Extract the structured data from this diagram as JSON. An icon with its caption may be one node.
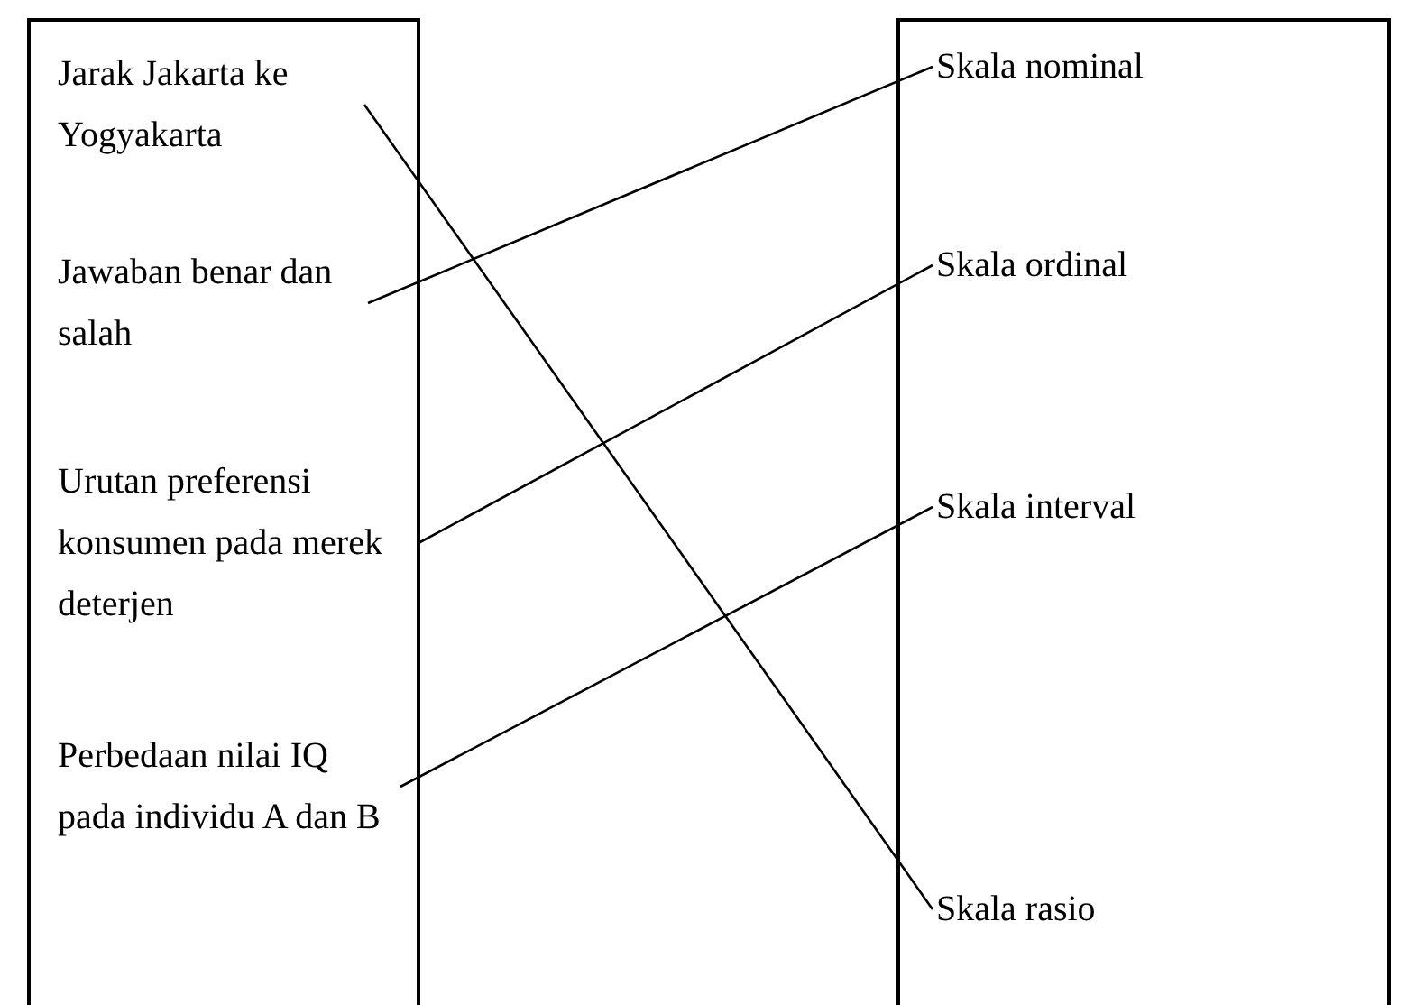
{
  "diagram": {
    "nodes": [
      {
        "text": [],
        "shape": "box"
      },
      {
        "text": [
          "Jarak Jakarta ke Yogyakarta"
        ],
        "in": 0
      },
      {
        "text": [
          "Jawaban benar dan salah"
        ],
        "in": 0
      },
      {
        "text": [
          "Urutan preferensi konsumen pada merek deterjen"
        ],
        "in": 0
      },
      {
        "text": [
          "Perbedaan nilai IQ pada individu A dan B"
        ],
        "in": 0
      },
      {
        "text": [],
        "shape": "box"
      },
      {
        "text": [
          "Skala nominal"
        ],
        "in": 5
      },
      {
        "text": [
          "Skala ordinal"
        ],
        "in": 5
      },
      {
        "text": [
          "Skala interval"
        ],
        "in": 5
      },
      {
        "text": [
          "Skala rasio"
        ],
        "in": 5
      }
    ],
    "edges": [
      {
        "from": 1,
        "to": 9,
        "arrow": "none"
      },
      {
        "from": 2,
        "to": 6,
        "arrow": "none"
      },
      {
        "from": 3,
        "to": 7,
        "arrow": "none"
      },
      {
        "from": 4,
        "to": 8,
        "arrow": "none"
      }
    ]
  }
}
